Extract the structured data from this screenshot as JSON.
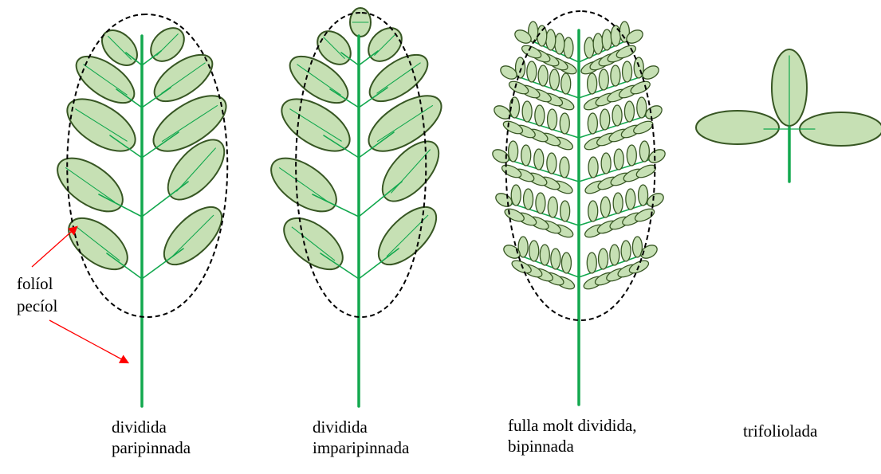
{
  "figure": {
    "colors": {
      "leaflet_fill": "#c6e0b4",
      "leaflet_stroke": "#375623",
      "stem": "#12a84e",
      "vein": "#12a84e",
      "outline": "#000000",
      "arrow": "#ff0000"
    },
    "annotations": {
      "leaflet_label": "folíol",
      "petiole_label": "pecíol"
    },
    "panels": [
      {
        "id": "paripinnate",
        "caption_line1": "dividida",
        "caption_line2": "paripinnada"
      },
      {
        "id": "imparipinnate",
        "caption_line1": "dividida",
        "caption_line2": "imparipinnada"
      },
      {
        "id": "bipinnate",
        "caption_line1": "fulla molt dividida,",
        "caption_line2": "bipinnada"
      },
      {
        "id": "trifoliolate",
        "caption_line1": "trifoliolada",
        "caption_line2": ""
      }
    ]
  }
}
